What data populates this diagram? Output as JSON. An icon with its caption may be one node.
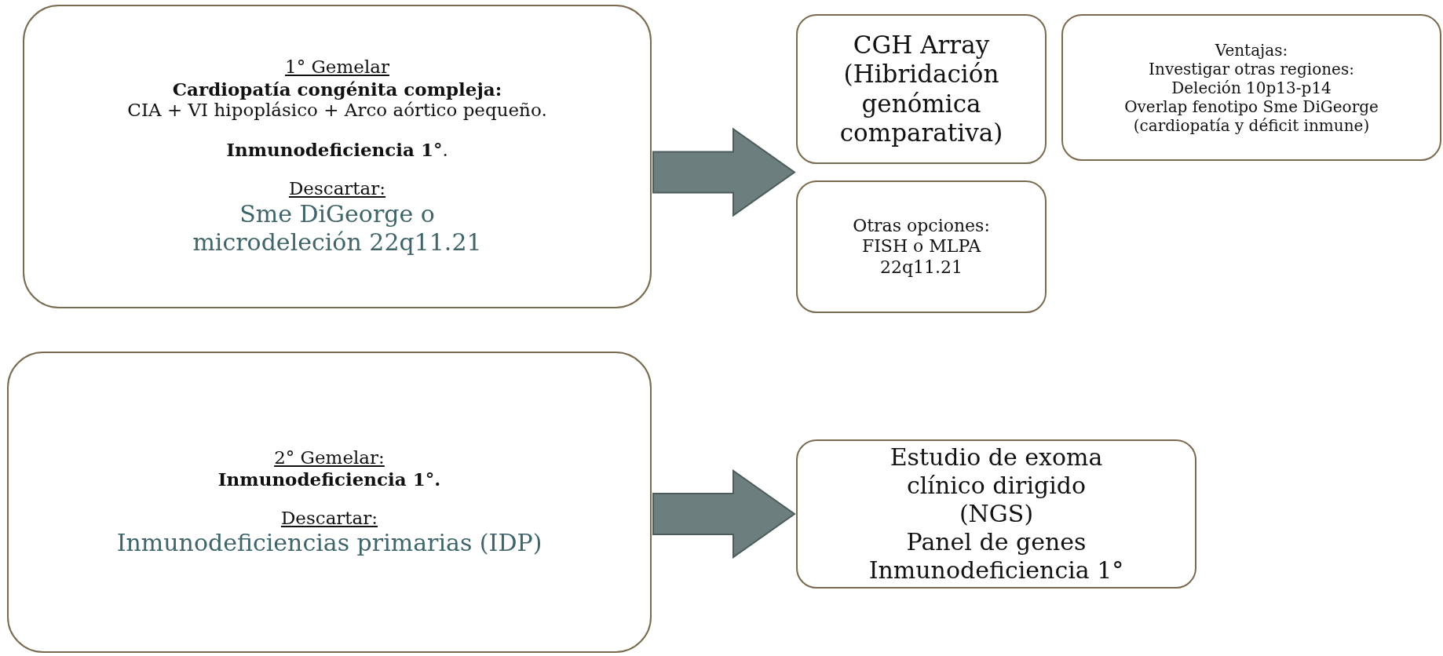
{
  "diagram": {
    "nodes": [
      {
        "text": [
          "1° Gemelar",
          "Cardiopatía congénita compleja:",
          "CIA + VI hipoplásico + Arco aórtico pequeño.",
          "**Inmunodeficiencia 1°**.",
          "Descartar:",
          "Sme DiGeorge o microdeleción 22q11.21"
        ]
      },
      {
        "text": [
          "CGH Array (Hibridación genómica comparativa)"
        ]
      },
      {
        "text": [
          "Ventajas:",
          "Investigar otras regiones:",
          "Deleción 10p13-p14",
          "Overlap fenotipo Sme DiGeorge (cardiopatía y déficit inmune)"
        ]
      },
      {
        "text": [
          "Otras opciones: FISH o MLPA 22q11.21"
        ]
      },
      {
        "text": [
          "2° Gemelar:",
          "Inmunodeficiencia 1°.",
          "Descartar:",
          "Inmunodeficiencias primarias (IDP)"
        ]
      },
      {
        "text": [
          "Estudio de exoma clínico dirigido (NGS)",
          "Panel de genes",
          "Inmunodeficiencia 1°"
        ]
      }
    ],
    "edges": [
      {
        "from": 0,
        "to": 1,
        "arrow": "to"
      },
      {
        "from": 0,
        "to": 3,
        "arrow": "to"
      },
      {
        "from": 4,
        "to": 5,
        "arrow": "to"
      }
    ]
  }
}
